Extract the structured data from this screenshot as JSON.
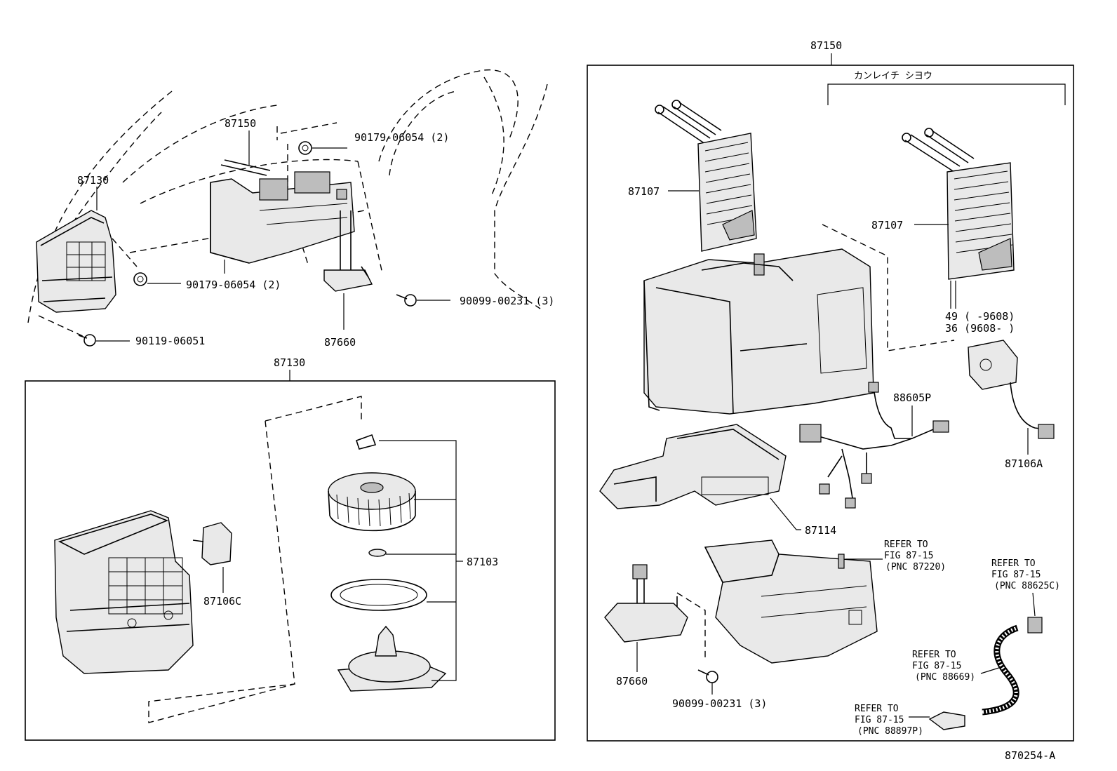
{
  "diagram_id": "870254-A",
  "labels": {
    "p87150_top": "87150",
    "p87150_left": "87150",
    "p87130_left": "87130",
    "p87130_box": "87130",
    "p90179_a": "90179-06054 (2)",
    "p90179_b": "90179-06054 (2)",
    "p90099_a": "90099-00231 (3)",
    "p90099_b": "90099-00231 (3)",
    "p90119": "90119-06051",
    "p87660_a": "87660",
    "p87660_b": "87660",
    "p87103": "87103",
    "p87106c": "87106C",
    "p87107_a": "87107",
    "p87107_b": "87107",
    "p88605p": "88605P",
    "p87106a": "87106A",
    "p87114": "87114",
    "cold_spec": "カンレイチ シヨウ",
    "rng_49": "49 (      -9608)",
    "rng_36": "36 (9608-      )"
  },
  "refs": [
    {
      "line1": "REFER TO",
      "line2": "FIG 87-15",
      "line3": "(PNC 87220)"
    },
    {
      "line1": "REFER TO",
      "line2": "FIG 87-15",
      "line3": "(PNC 88625C)"
    },
    {
      "line1": "REFER TO",
      "line2": "FIG 87-15",
      "line3": "(PNC 88669)"
    },
    {
      "line1": "REFER TO",
      "line2": "FIG 87-15",
      "line3": "(PNC 88897P)"
    }
  ]
}
